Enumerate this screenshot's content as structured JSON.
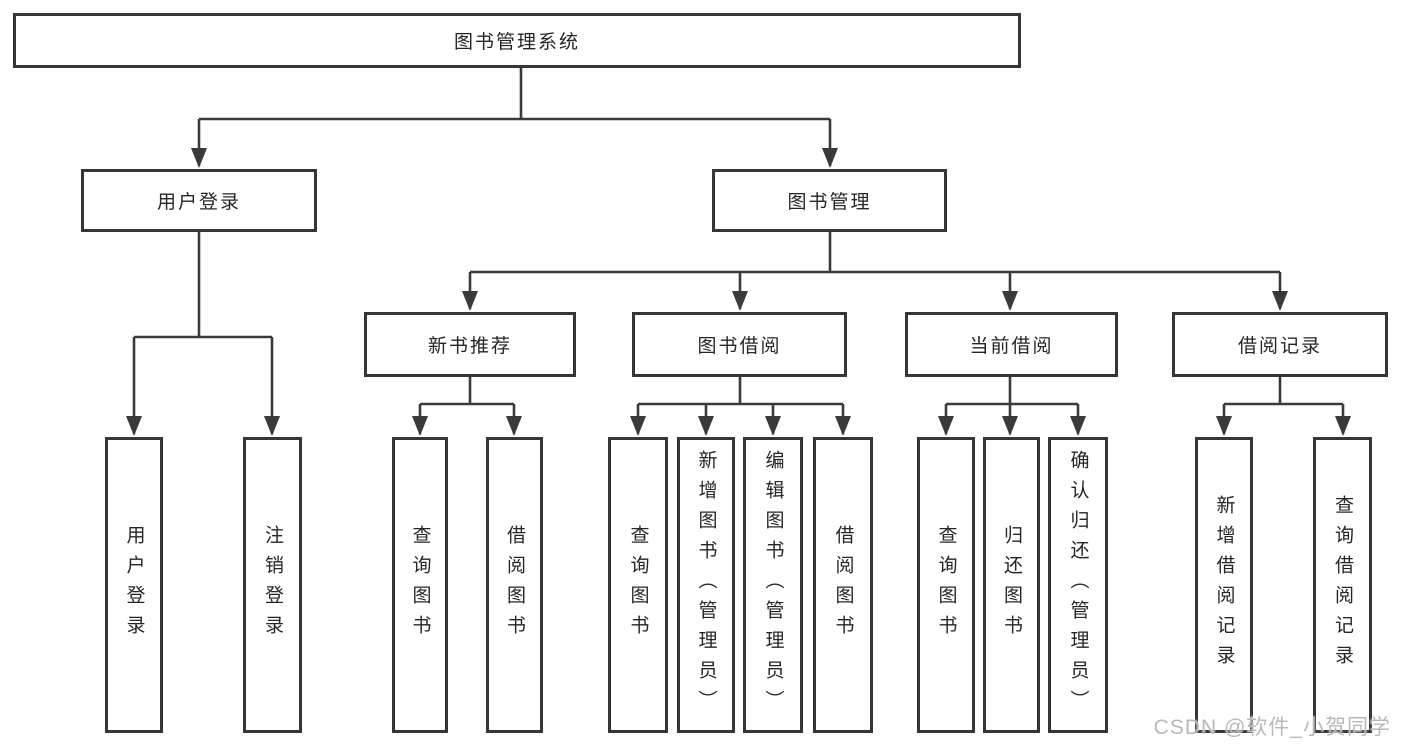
{
  "tree": {
    "root": {
      "label": "图书管理系统"
    },
    "branches": [
      {
        "label": "用户登录",
        "leaves": [
          {
            "label": "用户登录"
          },
          {
            "label": "注销登录"
          }
        ]
      },
      {
        "label": "图书管理",
        "children": [
          {
            "label": "新书推荐",
            "leaves": [
              {
                "label": "查询图书"
              },
              {
                "label": "借阅图书"
              }
            ]
          },
          {
            "label": "图书借阅",
            "leaves": [
              {
                "label": "查询图书"
              },
              {
                "label": "新增图书（管理员）"
              },
              {
                "label": "编辑图书（管理员）"
              },
              {
                "label": "借阅图书"
              }
            ]
          },
          {
            "label": "当前借阅",
            "leaves": [
              {
                "label": "查询图书"
              },
              {
                "label": "归还图书"
              },
              {
                "label": "确认归还（管理员）"
              }
            ]
          },
          {
            "label": "借阅记录",
            "leaves": [
              {
                "label": "新增借阅记录"
              },
              {
                "label": "查询借阅记录"
              }
            ]
          }
        ]
      }
    ]
  },
  "watermark": {
    "text": "CSDN @软件_小贺同学"
  },
  "colors": {
    "line": "#3a3a3a",
    "box_border": "#363636",
    "text": "#262626",
    "watermark": "#b9b9b9",
    "background": "#ffffff"
  }
}
